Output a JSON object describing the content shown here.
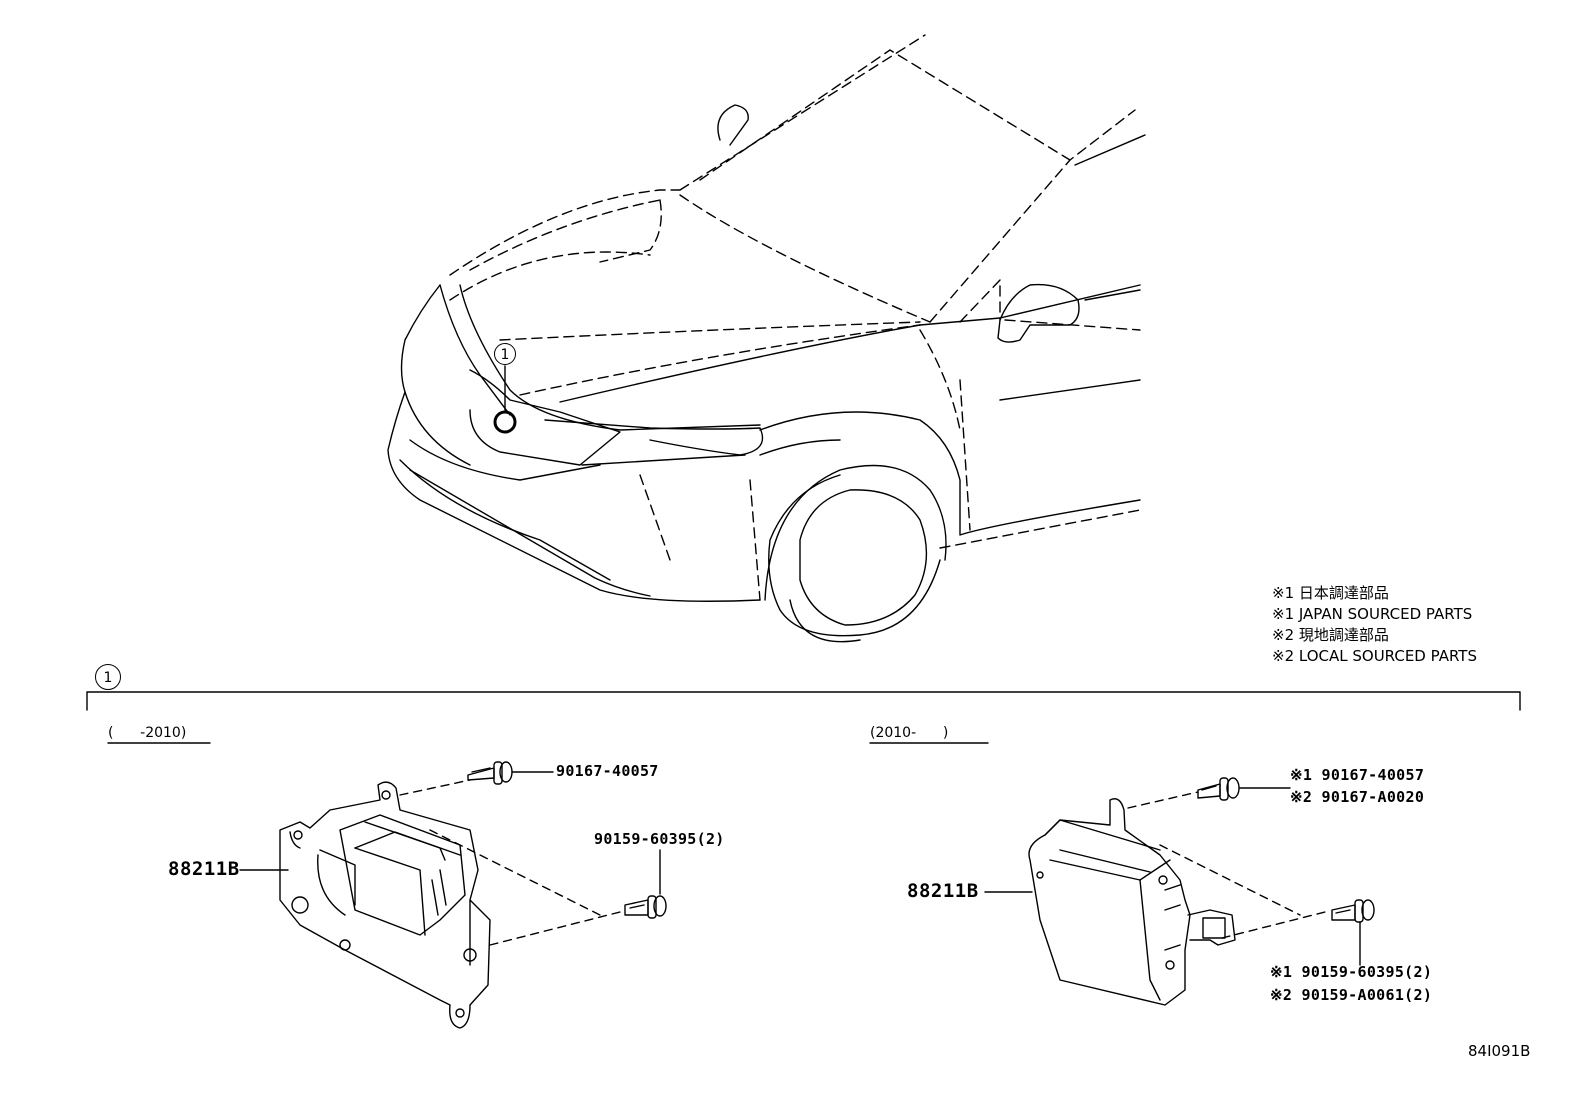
{
  "callout": {
    "number": "1"
  },
  "legend": {
    "lines": [
      "※1 日本調達部品",
      "※1 JAPAN SOURCED PARTS",
      "※2 現地調達部品",
      "※2 LOCAL SOURCED PARTS"
    ]
  },
  "section": {
    "number": "1"
  },
  "left": {
    "range": "(      -2010)",
    "main_part": "88211B",
    "bolt1": "90167-40057",
    "bolt2": "90159-60395(2)"
  },
  "right": {
    "range": "(2010-      )",
    "main_part": "88211B",
    "bolt1_a": "※1 90167-40057",
    "bolt1_b": "※2 90167-A0020",
    "bolt2_a": "※1 90159-60395(2)",
    "bolt2_b": "※2 90159-A0061(2)"
  },
  "diagram_code": "84I091B"
}
